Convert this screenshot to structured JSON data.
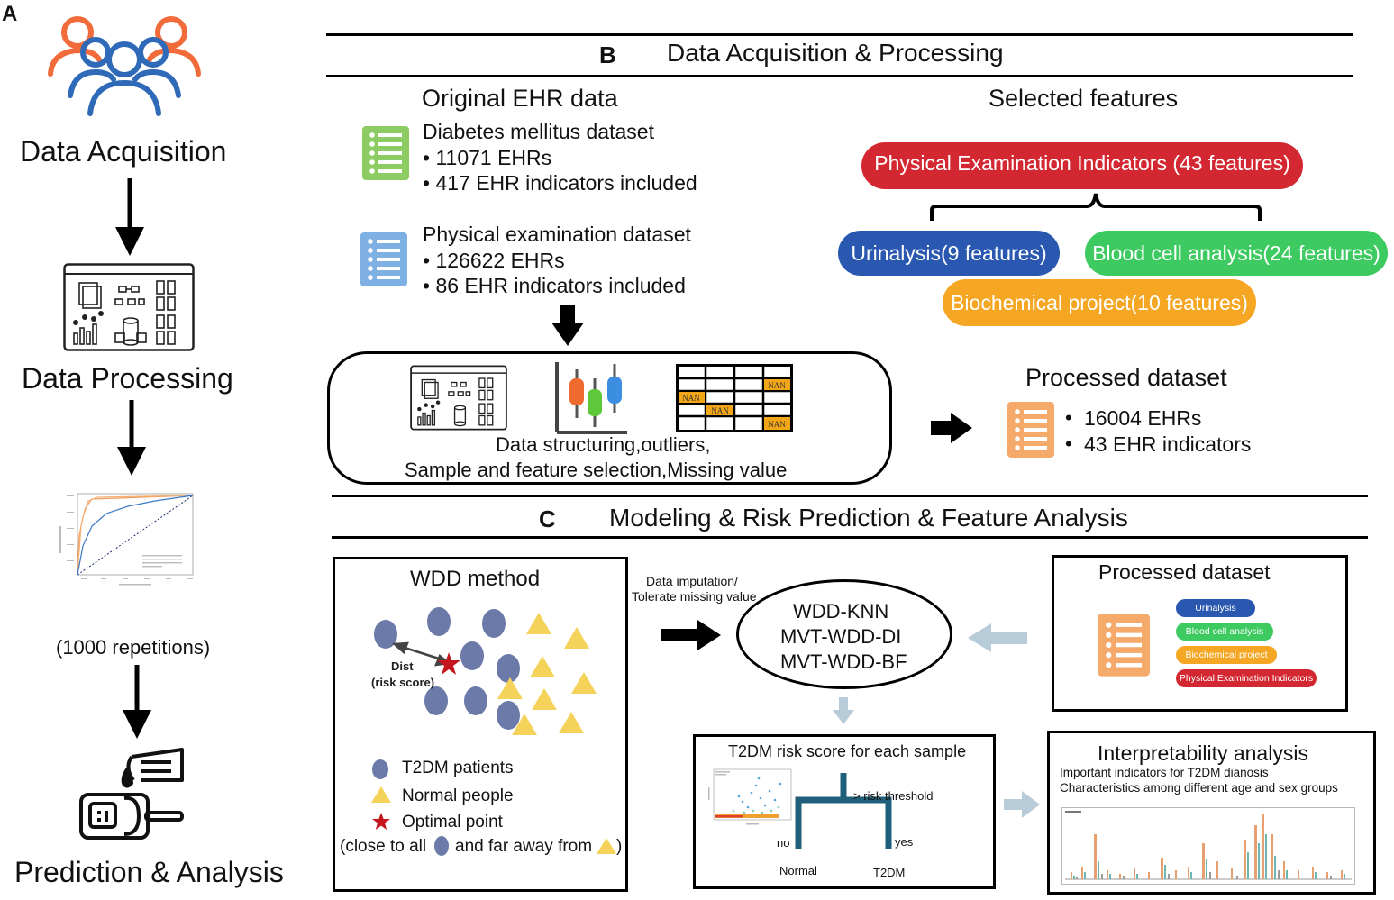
{
  "left": {
    "panel_label": "A",
    "steps": [
      "Data Acquisition",
      "Data Processing",
      "(1000 repetitions)",
      "Prediction & Analysis"
    ],
    "icons": [
      "people-group-icon",
      "data-processing-icon",
      "roc-curve-icon",
      "prediction-device-icon"
    ]
  },
  "panel_b": {
    "label": "B",
    "title": "Data Acquisition & Processing",
    "original_title": "Original EHR data",
    "diabetes": {
      "title": "Diabetes mellitus dataset",
      "bullets": [
        "• 11071 EHRs",
        "• 417 EHR indicators included"
      ]
    },
    "physical": {
      "title": "Physical examination dataset",
      "bullets": [
        "• 126622 EHRs",
        "• 86 EHR indicators included"
      ]
    },
    "processing_caption": [
      "Data structuring,outliers,",
      "Sample and feature selection,Missing value"
    ],
    "nan_label": "NAN",
    "selected_title": "Selected features",
    "features": {
      "main": "Physical Examination Indicators (43 features)",
      "urinalysis": "Urinalysis(9 features)",
      "blood": "Blood cell analysis(24 features)",
      "biochem": "Biochemical project(10 features)"
    },
    "processed": {
      "title": "Processed dataset",
      "bullets": [
        "•",
        "•"
      ],
      "items": [
        "16004 EHRs",
        "43 EHR indicators"
      ]
    }
  },
  "panel_c": {
    "label": "C",
    "title": "Modeling & Risk Prediction & Feature Analysis",
    "wdd": {
      "title": "WDD method",
      "dist_label": [
        "Dist",
        "(risk score)"
      ],
      "legend": [
        "T2DM patients",
        "Normal people",
        "Optimal point"
      ],
      "note": [
        "(close to all",
        "and far away from",
        ")"
      ]
    },
    "imputation": [
      "Data imputation/",
      "Tolerate missing value"
    ],
    "models": [
      "WDD-KNN",
      "MVT-WDD-DI",
      "MVT-WDD-BF"
    ],
    "processed": {
      "title": "Processed dataset",
      "pills": [
        "Urinalysis",
        "Blood cell analysis",
        "Biochemical project",
        "Physical Examination Indicators"
      ]
    },
    "risk": {
      "title": "T2DM risk score for each sample",
      "threshold": "> risk threshold",
      "no": "no",
      "yes": "yes",
      "normal": "Normal",
      "t2dm": "T2DM"
    },
    "interp": {
      "title": "Interpretability analysis",
      "lines": [
        "Important indicators for T2DM dianosis",
        "Characteristics among different age and sex groups"
      ]
    }
  },
  "colors": {
    "red": "#d32831",
    "blue": "#2a58b0",
    "green": "#3dca60",
    "orange": "#f5a623",
    "dot": "#6b7aa8",
    "triangle": "#f5d35a",
    "list_green": "#8ccc62",
    "list_blue": "#7fb0e4",
    "list_orange": "#f5a96b",
    "light_arrow": "#b8cbd8"
  }
}
